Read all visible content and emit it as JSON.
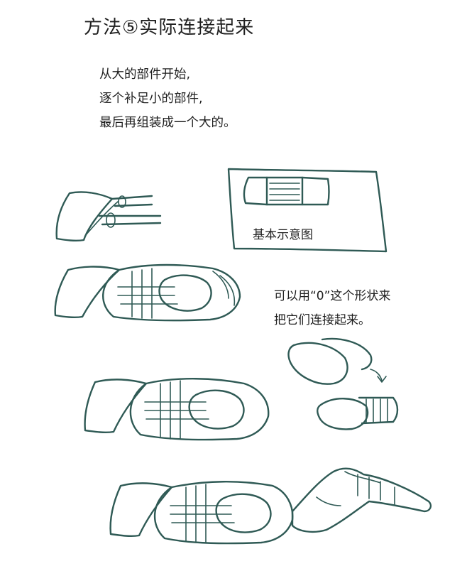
{
  "title": "方法⑤实际连接起来",
  "intro_lines": [
    "从大的部件开始,",
    "逐个补足小的部件,",
    "最后再组装成一个大的。"
  ],
  "diagram_label": "基本示意图",
  "note_lines": [
    "可以用“0”这个形状来",
    "把它们连接起来。"
  ]
}
